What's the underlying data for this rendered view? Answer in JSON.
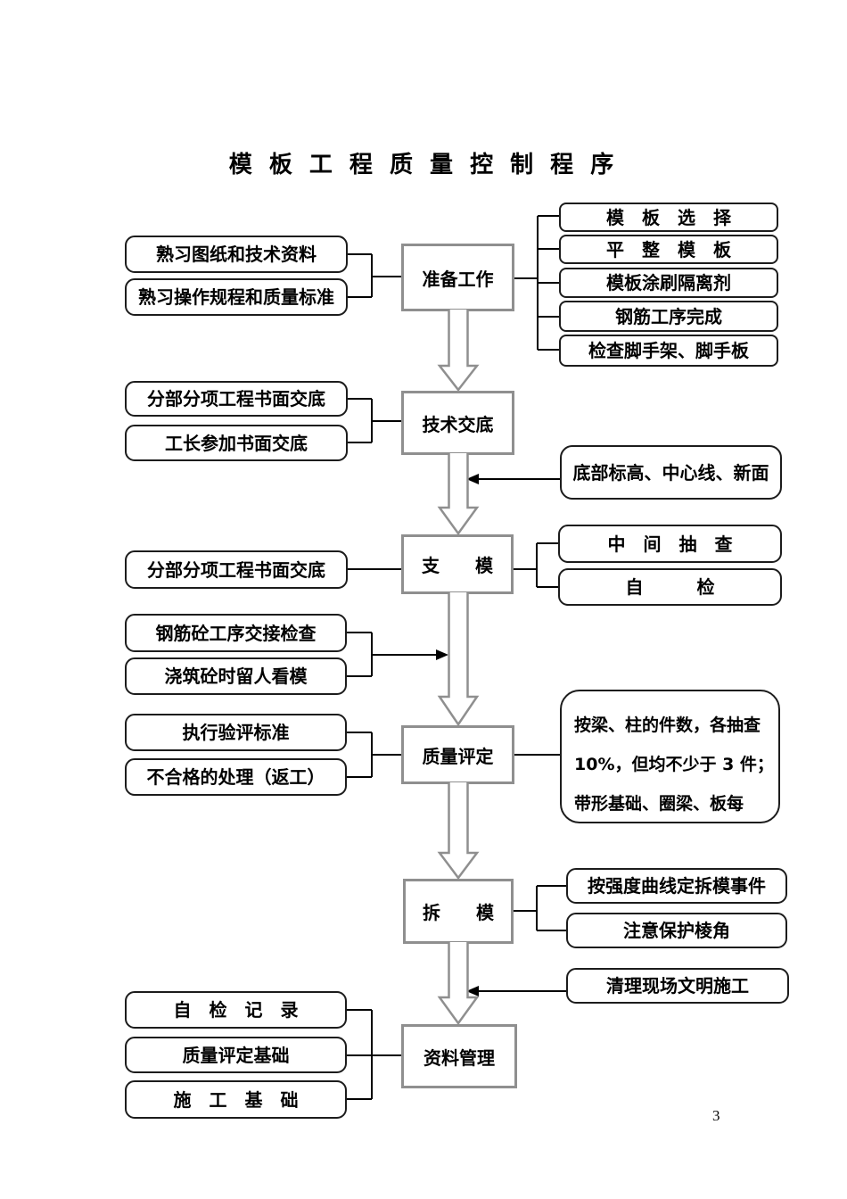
{
  "page": {
    "title": "模 板 工 程 质 量 控 制 程 序",
    "page_number": "3"
  },
  "center_nodes": [
    {
      "label": "准备工作"
    },
    {
      "label": "技术交底"
    },
    {
      "label": "支　　模"
    },
    {
      "label": "质量评定"
    },
    {
      "label": "拆　　模"
    },
    {
      "label": "资料管理"
    }
  ],
  "left_boxes": [
    {
      "label": "熟习图纸和技术资料"
    },
    {
      "label": "熟习操作规程和质量标准"
    },
    {
      "label": "分部分项工程书面交底"
    },
    {
      "label": "工长参加书面交底"
    },
    {
      "label": "分部分项工程书面交底"
    },
    {
      "label": "钢筋砼工序交接检查"
    },
    {
      "label": "浇筑砼时留人看模"
    },
    {
      "label": "执行验评标准"
    },
    {
      "label": "不合格的处理（返工）"
    },
    {
      "label": "自　检　记　录"
    },
    {
      "label": "质量评定基础"
    },
    {
      "label": "施　工　基　础"
    }
  ],
  "right_boxes": [
    {
      "label": "模　板　选　择"
    },
    {
      "label": "平　整　模　板"
    },
    {
      "label": "模板涂刷隔离剂"
    },
    {
      "label": "钢筋工序完成"
    },
    {
      "label": "检查脚手架、脚手板"
    },
    {
      "label": "底部标高、中心线、新面"
    },
    {
      "label": "中　间　抽　查"
    },
    {
      "label": "自　　　检"
    },
    {
      "label": "按强度曲线定拆模事件"
    },
    {
      "label": "注意保护棱角"
    },
    {
      "label": "清理现场文明施工"
    }
  ],
  "note_box": {
    "line1": "按梁、柱的件数，各抽查",
    "line2": "10%，但均不少于 3 件；",
    "line3": "带形基础、圈梁、板每"
  },
  "colors": {
    "side_box_border": "#1c1c1c",
    "center_box_border": "#8f8f8f",
    "block_arrow": "#8f8f8f",
    "connector": "#000000"
  }
}
